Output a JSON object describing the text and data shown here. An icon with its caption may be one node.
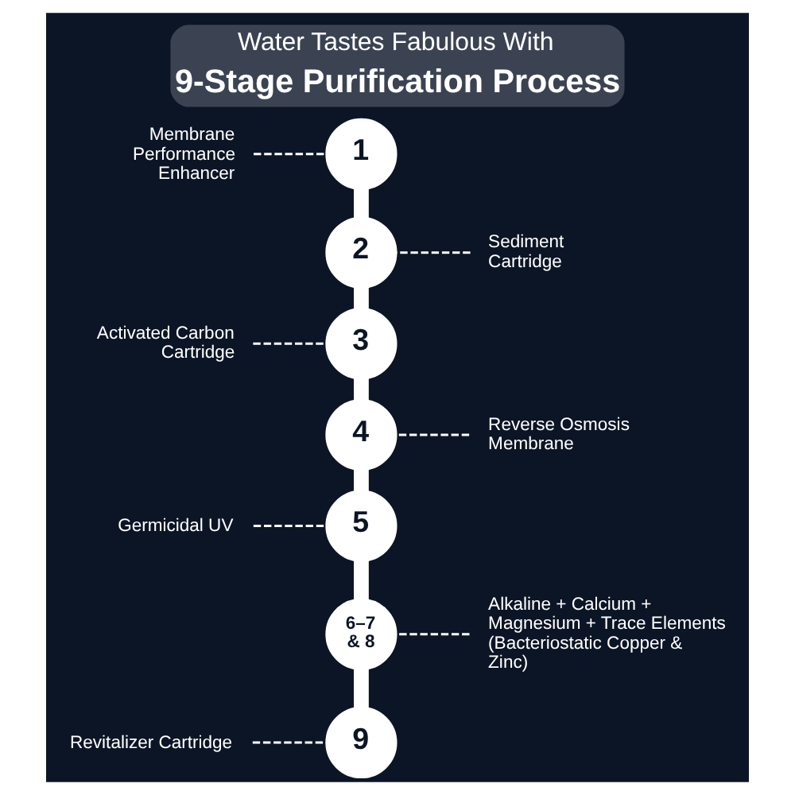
{
  "diagram": {
    "title": "Water Tastes Fabulous With 9-Stage Purification Process",
    "nodes": [
      {
        "text": [
          "Membrane Performance Enhancer"
        ]
      },
      {
        "text": [
          "1"
        ]
      },
      {
        "text": [
          "2"
        ]
      },
      {
        "text": [
          "Sediment Cartridge"
        ]
      },
      {
        "text": [
          "Activated Carbon Cartridge"
        ]
      },
      {
        "text": [
          "3"
        ]
      },
      {
        "text": [
          "4"
        ]
      },
      {
        "text": [
          "Reverse Osmosis Membrane"
        ]
      },
      {
        "text": [
          "Germicidal UV"
        ]
      },
      {
        "text": [
          "5"
        ]
      },
      {
        "text": [
          "6–7 & 8"
        ]
      },
      {
        "text": [
          "Alkaline + Calcium + Magnesium + Trace Elements (Bacteriostatic Copper & Zinc)"
        ]
      },
      {
        "text": [
          "Revitalizer Cartridge"
        ]
      },
      {
        "text": [
          "9"
        ]
      }
    ],
    "edges": [
      {
        "from": 0,
        "to": 1,
        "arrow": "none",
        "style": "dashed"
      },
      {
        "from": 1,
        "to": 2,
        "arrow": "none",
        "style": "thick"
      },
      {
        "from": 3,
        "to": 2,
        "arrow": "none",
        "style": "dashed"
      },
      {
        "from": 2,
        "to": 5,
        "arrow": "none",
        "style": "thick"
      },
      {
        "from": 4,
        "to": 5,
        "arrow": "none",
        "style": "dashed"
      },
      {
        "from": 5,
        "to": 6,
        "arrow": "none",
        "style": "thick"
      },
      {
        "from": 7,
        "to": 6,
        "arrow": "none",
        "style": "dashed"
      },
      {
        "from": 6,
        "to": 9,
        "arrow": "none",
        "style": "thick"
      },
      {
        "from": 8,
        "to": 9,
        "arrow": "none",
        "style": "dashed"
      },
      {
        "from": 9,
        "to": 10,
        "arrow": "none",
        "style": "thick"
      },
      {
        "from": 11,
        "to": 10,
        "arrow": "none",
        "style": "dashed"
      },
      {
        "from": 10,
        "to": 13,
        "arrow": "none",
        "style": "thick"
      },
      {
        "from": 12,
        "to": 13,
        "arrow": "none",
        "style": "dashed"
      }
    ]
  }
}
